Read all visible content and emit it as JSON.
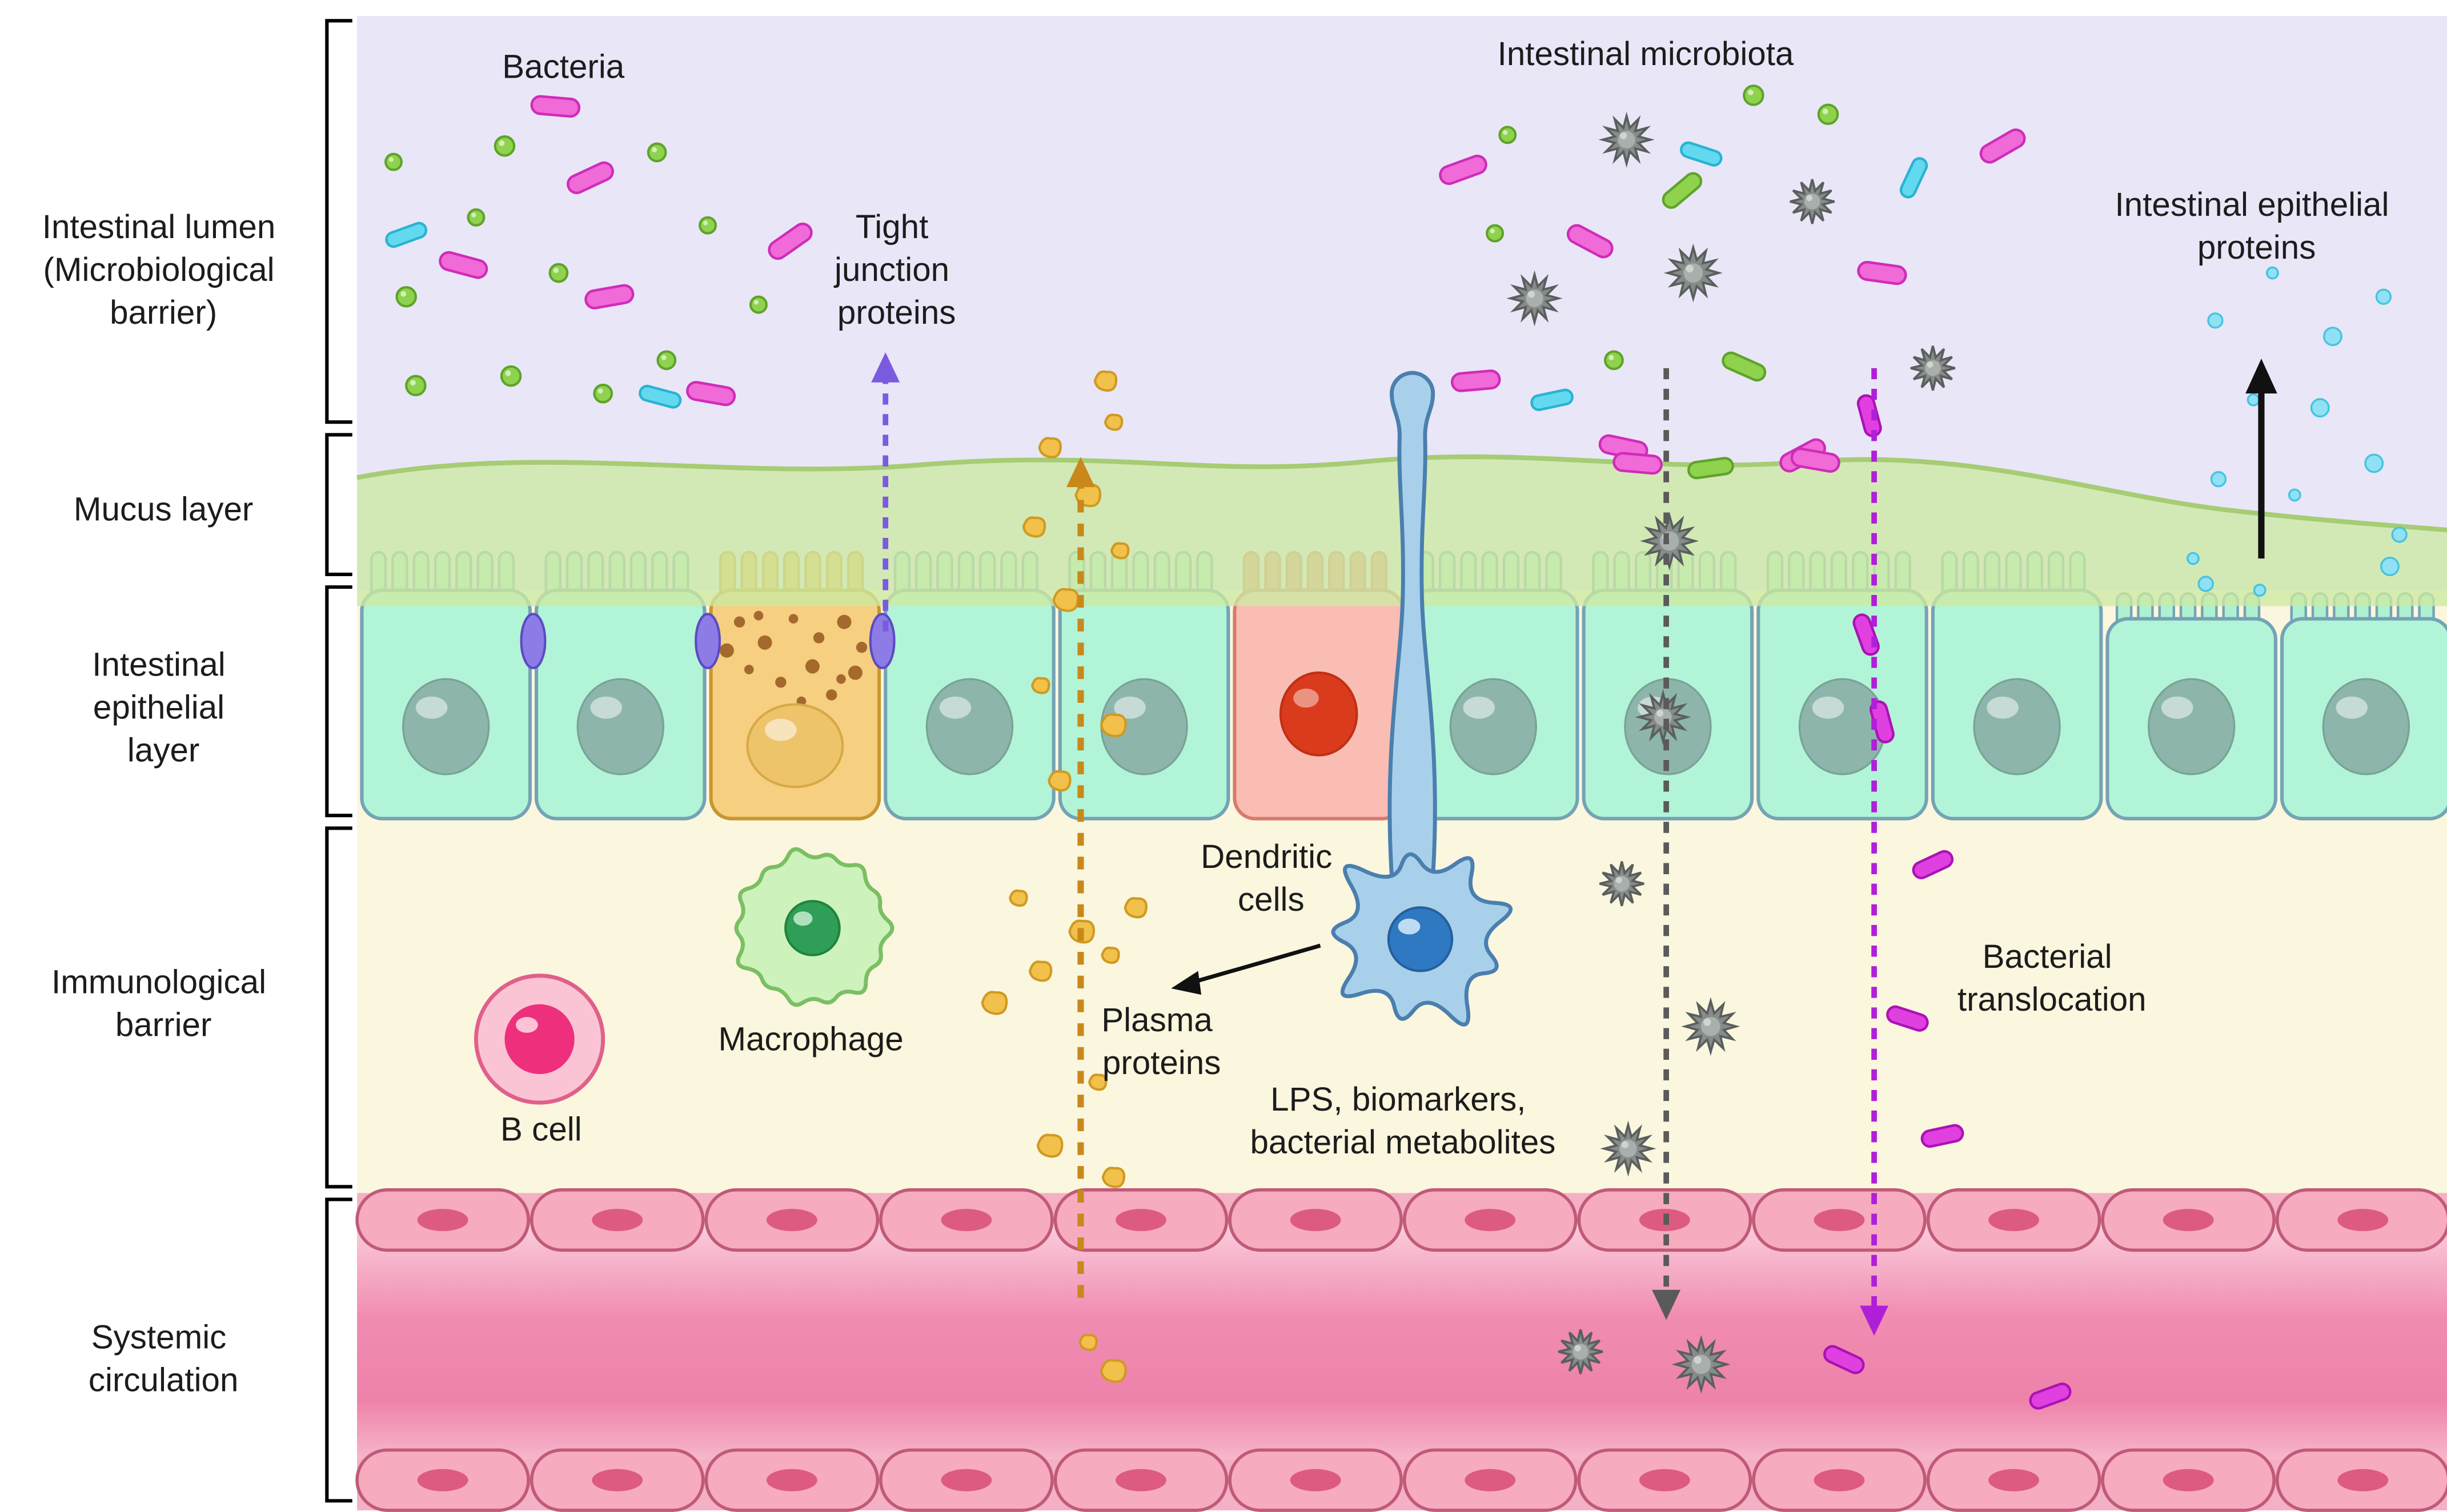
{
  "figure": {
    "description": "Diagram of the intestinal barrier layers, microbiota and bacterial translocation into systemic circulation"
  },
  "layer_labels": {
    "lumen": [
      "Intestinal lumen",
      "(Microbiological",
      "barrier)"
    ],
    "mucus": "Mucus layer",
    "epithelial": [
      "Intestinal",
      "epithelial",
      "layer"
    ],
    "immunological": [
      "Immunological",
      "barrier"
    ],
    "systemic": [
      "Systemic",
      "circulation"
    ]
  },
  "annotations": {
    "bacteria": "Bacteria",
    "intestinal_microbiota": "Intestinal microbiota",
    "intestinal_epithelial_proteins": [
      "Intestinal epithelial",
      "proteins"
    ],
    "tight_junction_proteins": [
      "Tight",
      "junction",
      "proteins"
    ],
    "dendritic_cells": [
      "Dendritic",
      "cells"
    ],
    "macrophage": "Macrophage",
    "b_cell": "B cell",
    "plasma_proteins": [
      "Plasma",
      "proteins"
    ],
    "lps": [
      "LPS, biomarkers,",
      "bacterial metabolites"
    ],
    "bacterial_translocation": [
      "Bacterial",
      "translocation"
    ]
  },
  "colors": {
    "lumen_bg": "#e9e6f8",
    "mucus_green": "#cde9a2",
    "immuno_bg": "#fbf6de",
    "epithelial_cell": "#b2f4d7",
    "vessel_pink": "#ee82aa",
    "tight_junction_arrow": "#7a5be0",
    "plasma_arrow": "#c8881a",
    "lps_arrow": "#5a5a5a",
    "translocation_arrow": "#b01fd8",
    "protein_arrow": "#111111"
  }
}
